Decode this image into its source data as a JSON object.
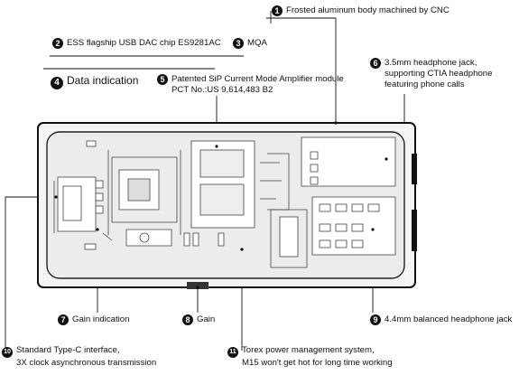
{
  "labels": {
    "l1": {
      "num": "1",
      "text": "Frosted aluminum body machined by CNC"
    },
    "l2": {
      "num": "2",
      "text": "ESS flagship USB DAC chip ES9281AC"
    },
    "l3": {
      "num": "3",
      "text": "MQA"
    },
    "l4": {
      "num": "4",
      "text": "Data indication"
    },
    "l5": {
      "num": "5",
      "line1": "Patented SiP Current Mode Amplifier module",
      "line2": "PCT No.:US 9,614,483 B2"
    },
    "l6": {
      "num": "6",
      "line1": "3.5mm headphone jack,",
      "line2": "supporting CTIA headphone",
      "line3": "featuring phone calls"
    },
    "l7": {
      "num": "7",
      "text": "Gain indication"
    },
    "l8": {
      "num": "8",
      "text": "Gain"
    },
    "l9": {
      "num": "9",
      "text": "4.4mm balanced headphone jack"
    },
    "l10": {
      "num": "10",
      "line1": "Standard Type-C interface,",
      "line2": "3X clock asynchronous transmission"
    },
    "l11": {
      "num": "11",
      "line1": "Torex power management system,",
      "line2": "M15 won't get hot for long time working"
    }
  }
}
